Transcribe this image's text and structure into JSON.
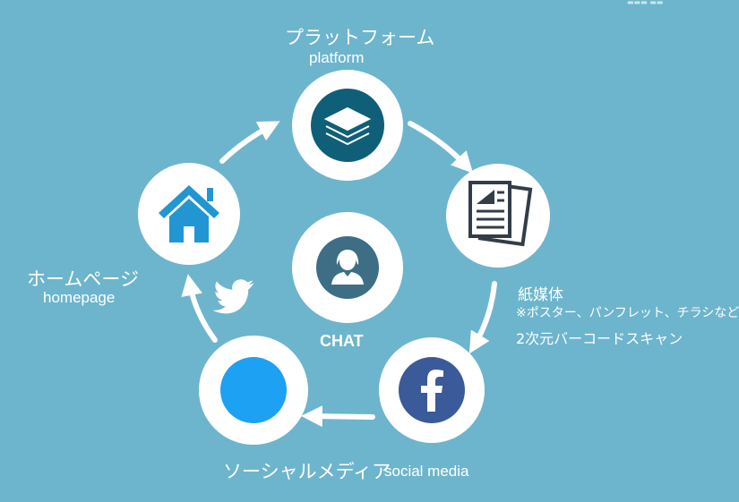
{
  "nodes": {
    "platform": {
      "label_jp": "プラットフォーム",
      "label_en": "platform",
      "icon": "layers-icon"
    },
    "paper_media": {
      "label_jp": "紙媒体",
      "note": "※ポスター、パンフレット、チラシなど",
      "qr": "2次元バーコードスキャン",
      "icon": "document-icon"
    },
    "social_media": {
      "label_jp": "ソーシャルメディア",
      "label_en": "social media",
      "icons": [
        "facebook-icon",
        "twitter-icon"
      ]
    },
    "homepage": {
      "label_jp": "ホームページ",
      "label_en": "homepage",
      "icon": "home-icon"
    },
    "chat": {
      "label": "CHAT",
      "icon": "person-icon"
    }
  },
  "colors": {
    "background": "#6db5cc",
    "circle": "#ffffff",
    "platform_icon_bg": "#0f5f78",
    "chat_icon_bg": "#3d6e86",
    "facebook": "#3b5a9a",
    "twitter": "#1da1f2",
    "home_icon": "#2196d3",
    "document_icon": "#333d48",
    "arrow": "#ffffff"
  }
}
